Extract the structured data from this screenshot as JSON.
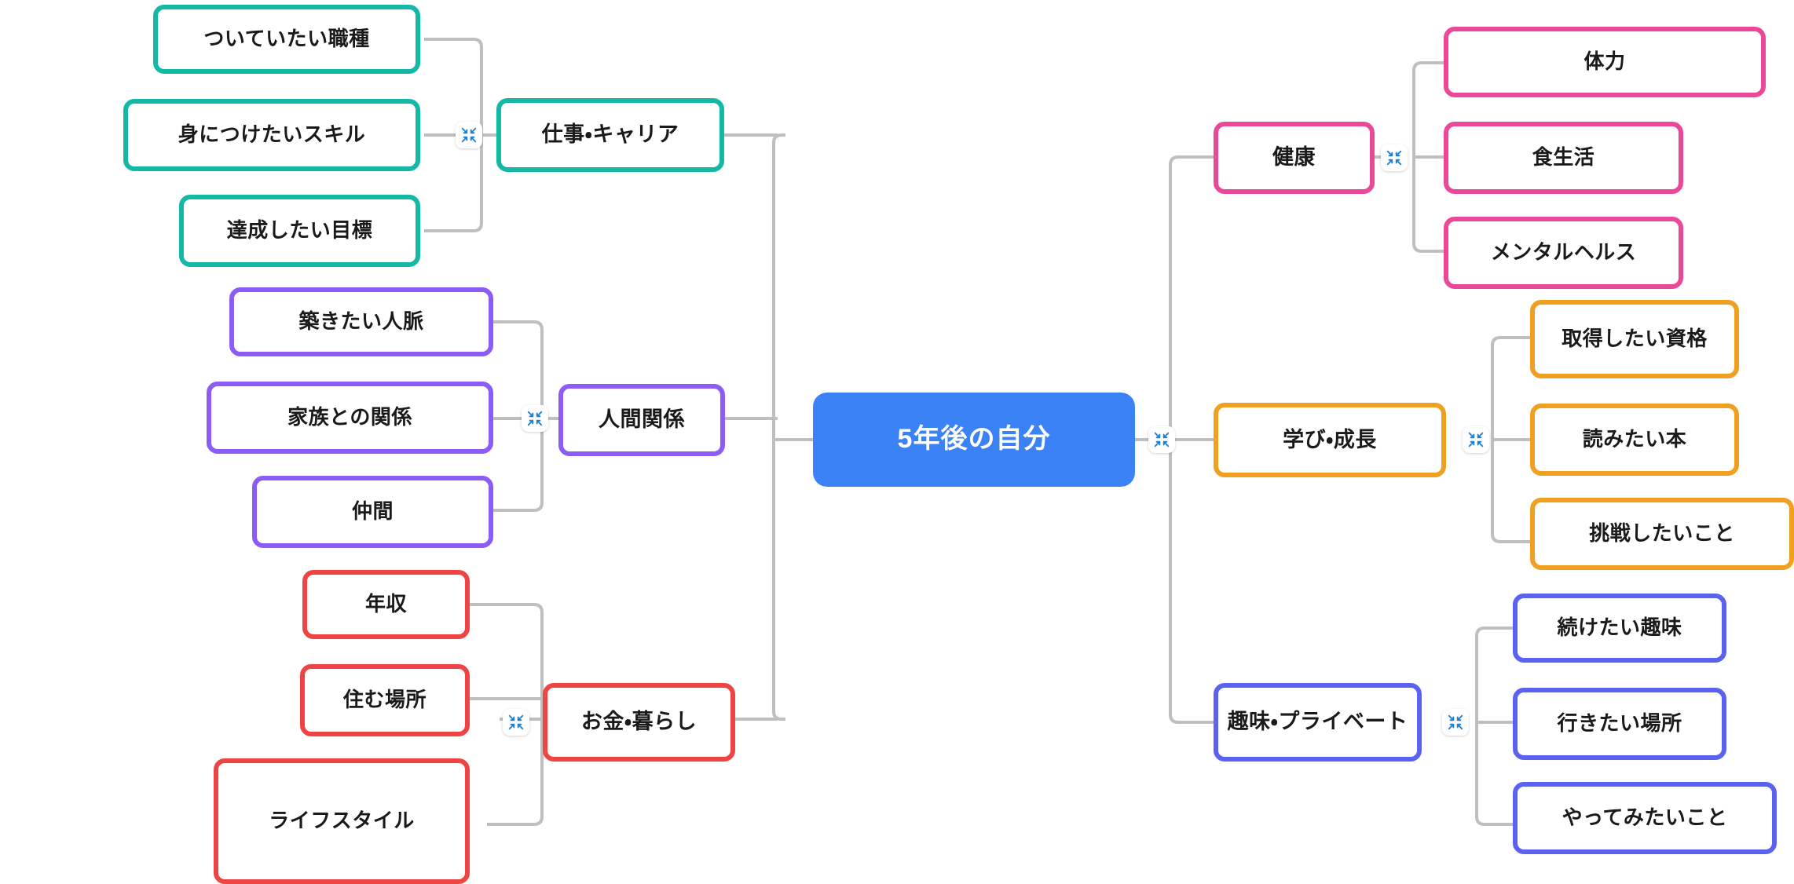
{
  "diagram": {
    "type": "mindmap",
    "title": "5年後の自分",
    "orientation": "horizontal-both-sides",
    "link_color": "#bfbfbf",
    "background": "#ffffff"
  },
  "root": {
    "label": "5年後の自分",
    "fill": "#3b82f6",
    "text_color": "#ffffff"
  },
  "icons": {
    "collapse": "collapse-icon",
    "collapse_arrow_color": "#1e7fd4"
  },
  "branches": [
    {
      "id": "career",
      "side": "left",
      "label": "仕事・キャリア",
      "color": "#14b8a6",
      "children": [
        {
          "label": "ついていたい職種"
        },
        {
          "label": "身につけたいスキル"
        },
        {
          "label": "達成したい目標"
        }
      ]
    },
    {
      "id": "relationships",
      "side": "left",
      "label": "人間関係",
      "color": "#8b5cf6",
      "children": [
        {
          "label": "築きたい人脈"
        },
        {
          "label": "家族との関係"
        },
        {
          "label": "仲間"
        }
      ]
    },
    {
      "id": "money",
      "side": "left",
      "label": "お金・暮らし",
      "color": "#ef4444",
      "children": [
        {
          "label": "年収"
        },
        {
          "label": "住む場所"
        },
        {
          "label": "ライフスタイル"
        }
      ]
    },
    {
      "id": "health",
      "side": "right",
      "label": "健康",
      "color": "#ec4899",
      "children": [
        {
          "label": "体力"
        },
        {
          "label": "食生活"
        },
        {
          "label": "メンタルヘルス"
        }
      ]
    },
    {
      "id": "learning",
      "side": "right",
      "label": "学び・成長",
      "color": "#f0a020",
      "children": [
        {
          "label": "取得したい資格"
        },
        {
          "label": "読みたい本"
        },
        {
          "label": "挑戦したいこと"
        }
      ]
    },
    {
      "id": "hobby",
      "side": "right",
      "label": "趣味・プライベート",
      "color": "#5b62f0",
      "children": [
        {
          "label": "続けたい趣味"
        },
        {
          "label": "行きたい場所"
        },
        {
          "label": "やってみたいこと"
        }
      ]
    }
  ]
}
